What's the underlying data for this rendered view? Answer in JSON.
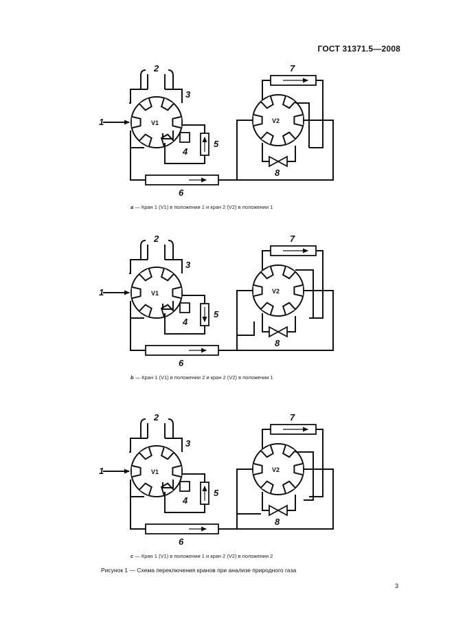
{
  "header": {
    "standard_code": "ГОСТ 31371.5—2008"
  },
  "labels": {
    "inlet": "1",
    "cap": "2",
    "valve1_body": "3",
    "box": "4",
    "column_small": "5",
    "column_long": "6",
    "column_top": "7",
    "needle_valve": "8",
    "valve1": "V1",
    "valve2": "V2"
  },
  "panels": [
    {
      "letter": "а",
      "caption": "— Кран 1 (V1) в положении 1 и кран 2 (V2) в положении 1",
      "arrow5": "up",
      "v2_mode": "a"
    },
    {
      "letter": "b",
      "caption": "— Кран 1 (V1) в положении 2 и кран 2 (V2) в положении 1",
      "arrow5": "down",
      "v2_mode": "b"
    },
    {
      "letter": "с",
      "caption": "— Кран 1 (V1) в положении 1 и кран 2 (V2) в положении 2",
      "arrow5": "up",
      "v2_mode": "c"
    }
  ],
  "figure": {
    "title": "Рисунок 1 — Схема переключения кранов при анализе природного газа"
  },
  "page": {
    "number": "3"
  }
}
